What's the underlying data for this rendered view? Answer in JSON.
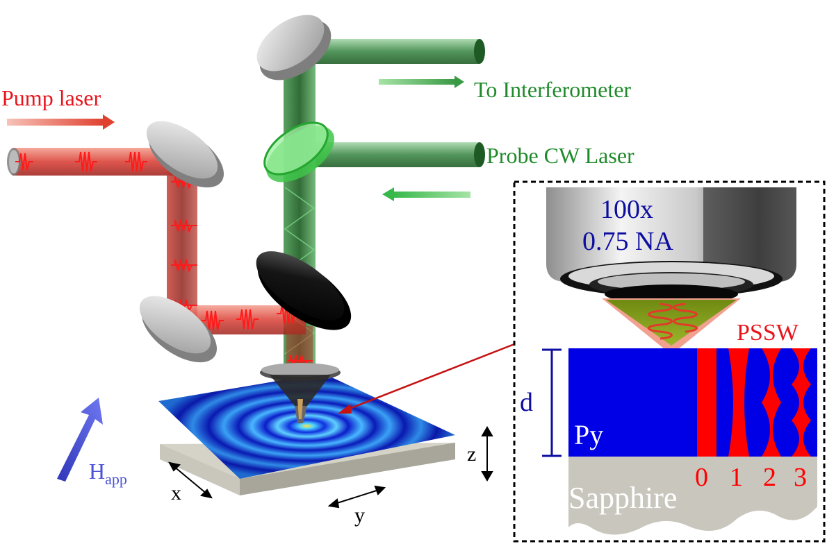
{
  "labels": {
    "pump_laser": "Pump laser",
    "to_interferometer": "To Interferometer",
    "probe_cw_laser": "Probe CW Laser",
    "objective_mag": "100x",
    "objective_na": "0.75 NA",
    "pssw": "PSSW",
    "thickness": "d",
    "film": "Py",
    "substrate": "Sapphire",
    "mode_0": "0",
    "mode_1": "1",
    "mode_2": "2",
    "mode_3": "3",
    "field_main": "H",
    "field_sub": "app",
    "axis_x": "x",
    "axis_y": "y",
    "axis_z": "z"
  },
  "colors": {
    "pump": "#e8141c",
    "probe": "#1f8a2a",
    "film": "#0000e6",
    "label_blue": "#0d0da0",
    "field_arrow": "#4a52d8",
    "substrate": "#c9c6bd"
  }
}
